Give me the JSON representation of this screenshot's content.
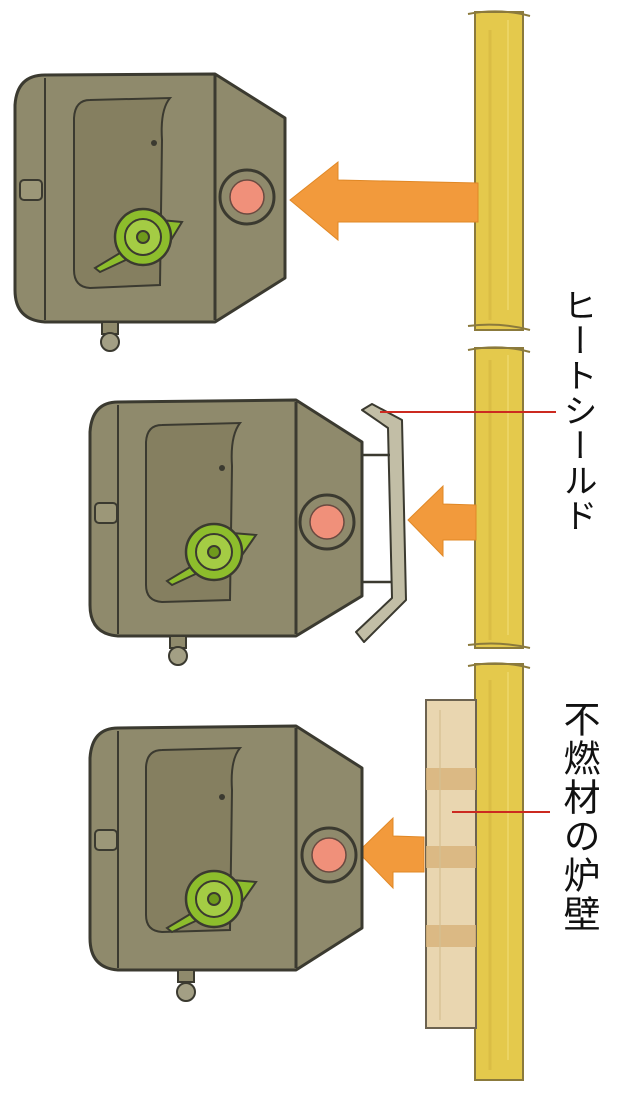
{
  "labels": {
    "heat_shield": "ヒートシールド",
    "noncombustible_wall": "不燃材の炉壁"
  },
  "colors": {
    "stove_body": "#8f8a6c",
    "stove_top": "#857f60",
    "stove_outline": "#3b3a30",
    "kettle": "#8dbd2c",
    "flue": "#f0907a",
    "heat_arrow": "#f29a3c",
    "wall_wood": "#e4c94c",
    "brick": "#e9d6b0",
    "brick_band": "#d8b47c",
    "shield": "#c2bea6",
    "leader_line": "#cc2a20"
  },
  "scenes": [
    {
      "name": "scene-no-protection"
    },
    {
      "name": "scene-heat-shield"
    },
    {
      "name": "scene-noncombustible-wall"
    }
  ],
  "icons": [
    "wood-stove-icon",
    "kettle-icon",
    "flue-pipe-icon",
    "heat-arrow-icon",
    "wall-icon",
    "heat-shield-icon",
    "brick-wall-icon"
  ]
}
